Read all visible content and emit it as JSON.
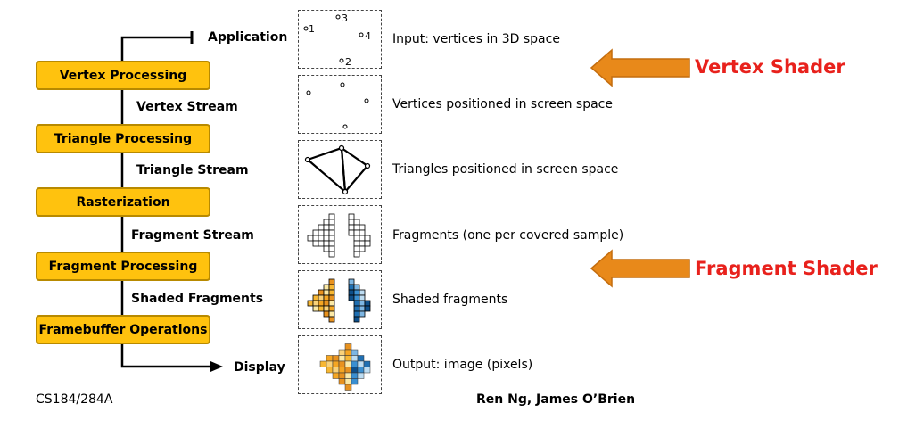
{
  "pipeline": {
    "stages": [
      {
        "label": "Vertex Processing"
      },
      {
        "label": "Triangle Processing"
      },
      {
        "label": "Rasterization"
      },
      {
        "label": "Fragment Processing"
      },
      {
        "label": "Framebuffer Operations"
      }
    ],
    "streams": [
      "Vertex Stream",
      "Triangle Stream",
      "Fragment Stream",
      "Shaded Fragments"
    ],
    "input_label": "Application",
    "output_label": "Display"
  },
  "panels": {
    "descriptions": [
      "Input: vertices in 3D space",
      "Vertices positioned in screen space",
      "Triangles positioned in screen space",
      "Fragments (one per covered sample)",
      "Shaded fragments",
      "Output: image (pixels)"
    ],
    "vertex_numbers": [
      "1",
      "3",
      "4",
      "2"
    ]
  },
  "shaders": {
    "vertex": "Vertex Shader",
    "fragment": "Fragment Shader"
  },
  "footer": {
    "course": "CS184/284A",
    "authors": "Ren Ng, James O’Brien"
  },
  "colors": {
    "stage_fill": "#ffc20e",
    "arrow_fill": "#e8891a",
    "shader_text": "#e8211c",
    "warm_pixels": [
      "#f5a623",
      "#f7b733",
      "#e8921f",
      "#f9d27a",
      "#fbe9a6"
    ],
    "cool_pixels": [
      "#1f6fb2",
      "#3a8fd1",
      "#7db6e3",
      "#bcdcf2",
      "#0e4f8a"
    ]
  }
}
